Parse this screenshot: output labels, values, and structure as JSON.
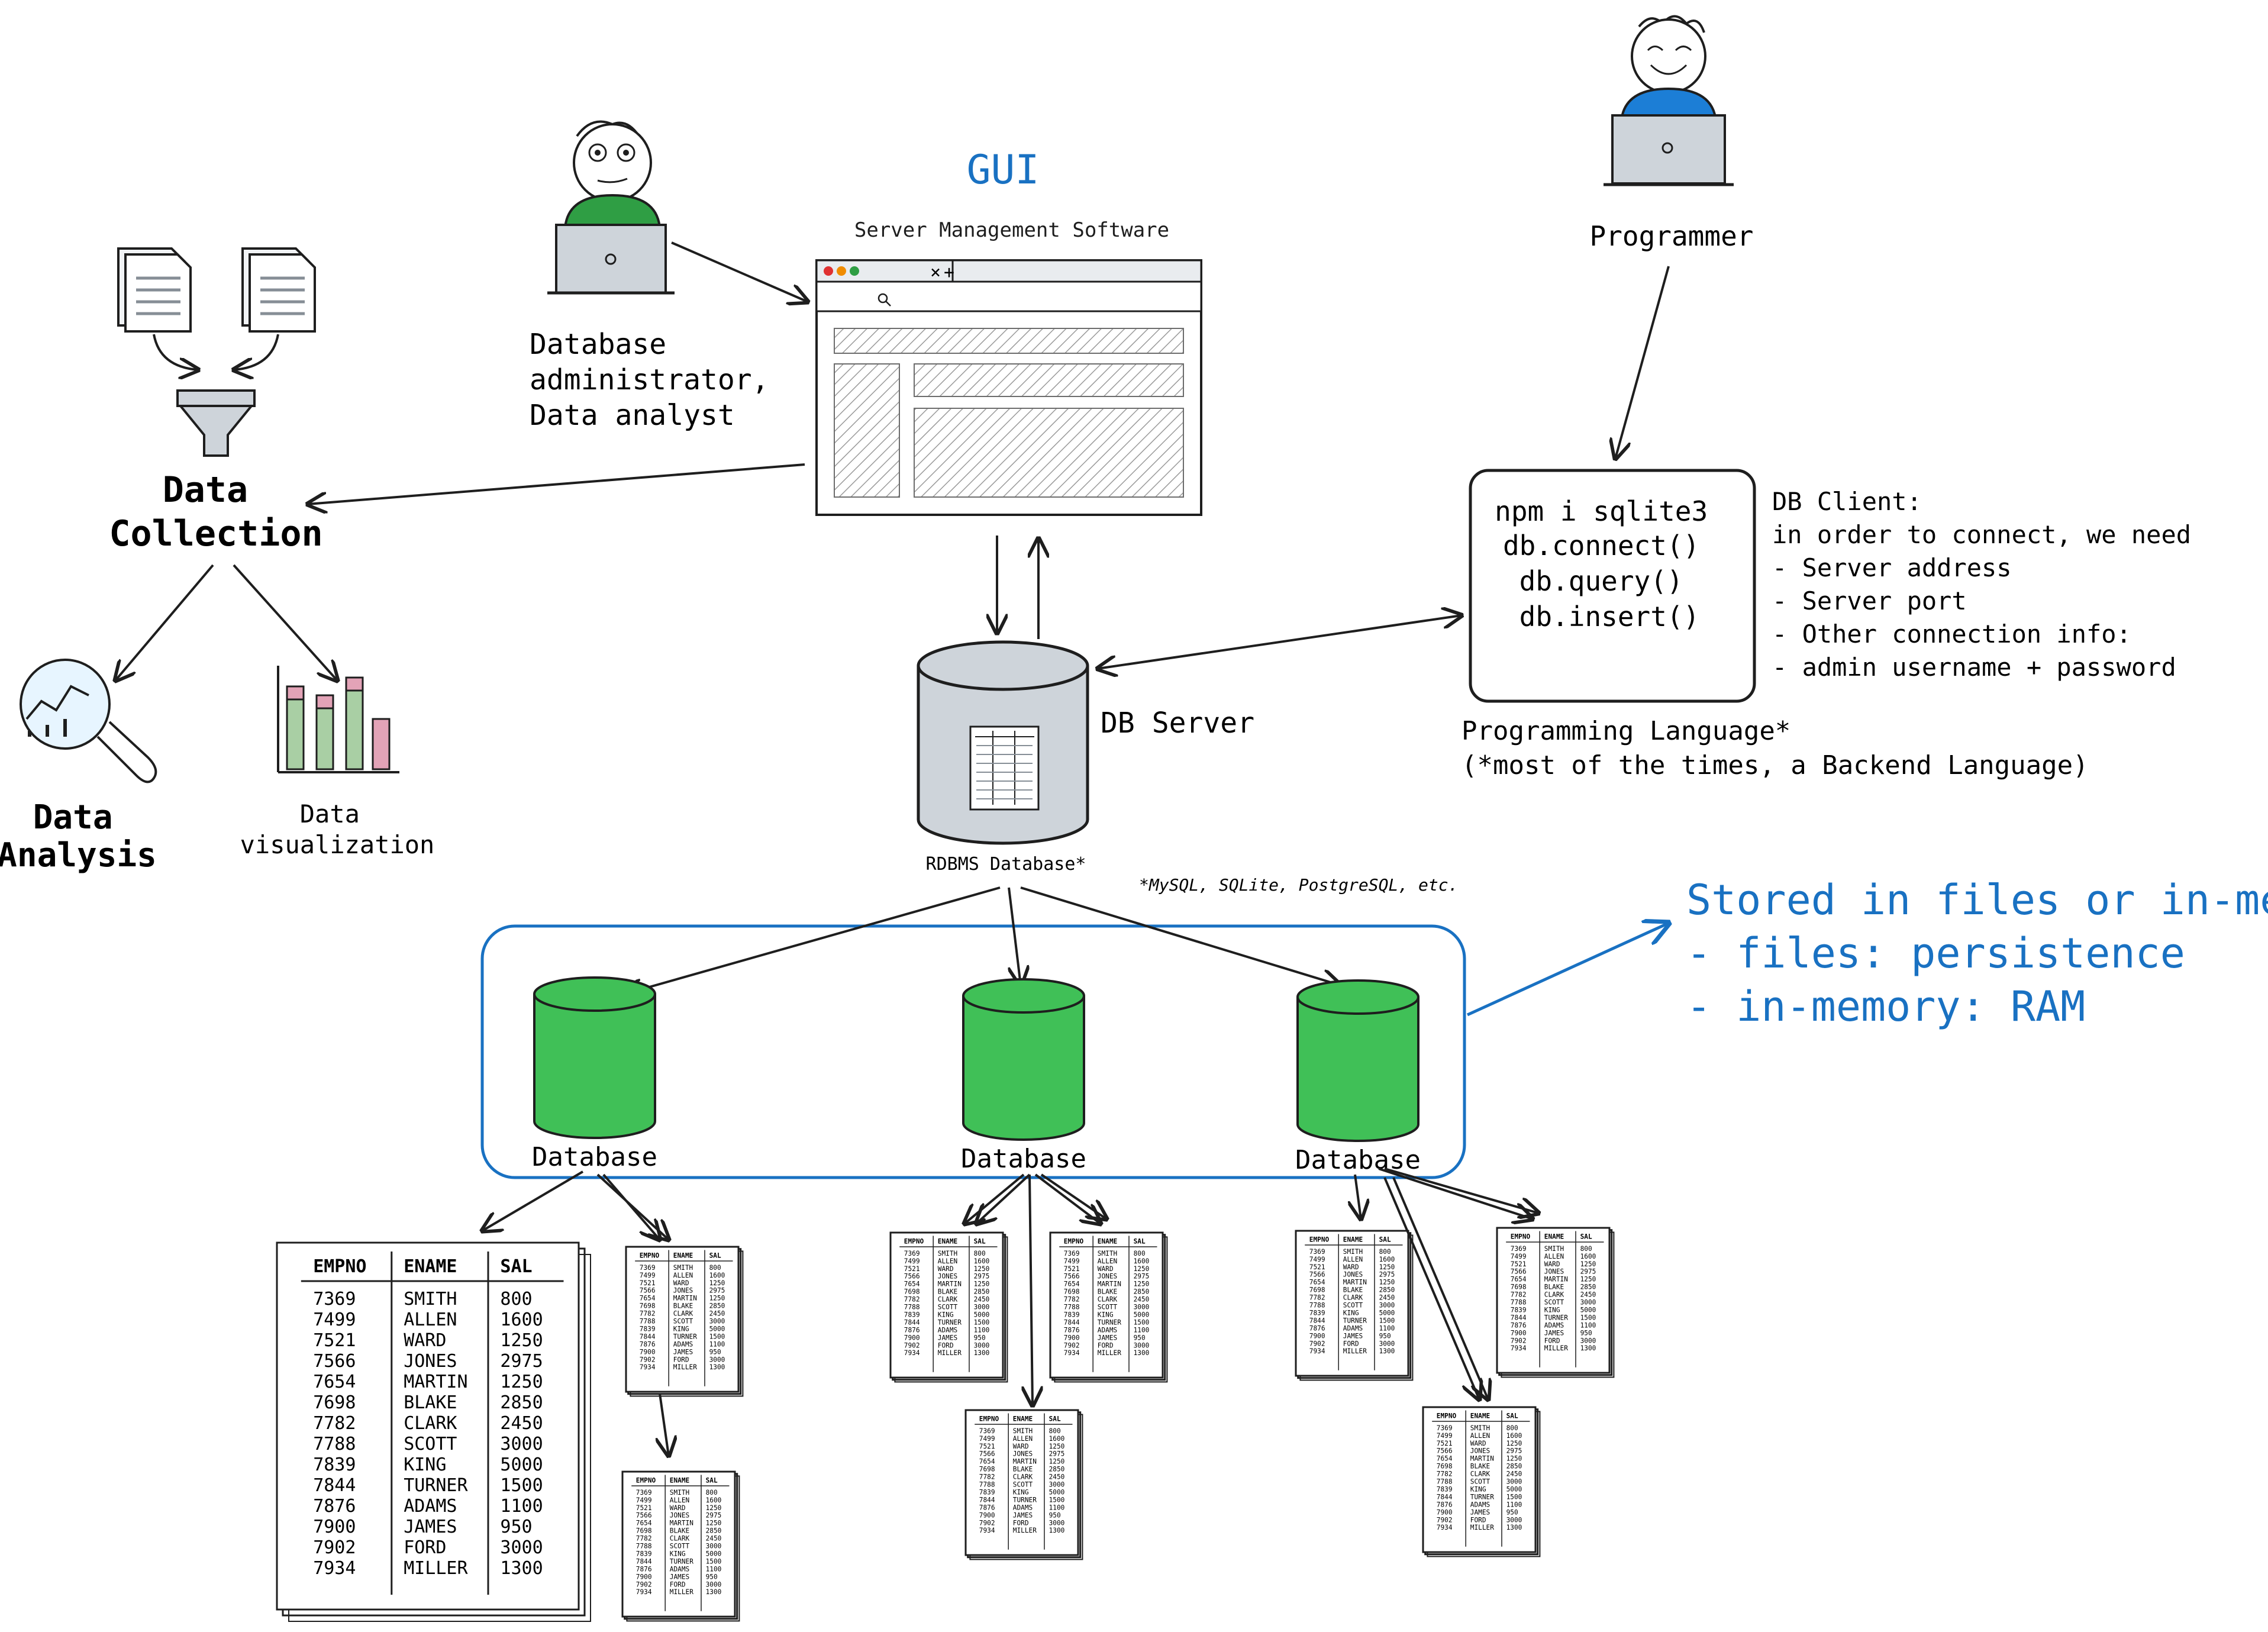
{
  "gui": {
    "title": "GUI",
    "software_label": "Server Management Software",
    "tab_close": "×",
    "tab_add": "+"
  },
  "actors": {
    "dba_label": [
      "Database",
      "administrator,",
      "Data analyst"
    ],
    "programmer_label": "Programmer"
  },
  "data_collection": {
    "title": [
      "Data",
      "Collection"
    ],
    "analysis": [
      "Data",
      "Analysis"
    ],
    "visualization": [
      "Data",
      "visualization"
    ]
  },
  "client": {
    "code": [
      "npm i sqlite3",
      "",
      "db.connect()",
      "db.query()",
      "db.insert()"
    ],
    "notes": [
      "DB Client:",
      "in order to connect, we need",
      "- Server address",
      "- Server port",
      "- Other connection info:",
      "   - admin username + password"
    ],
    "language": [
      "Programming Language*",
      "(*most of the times, a Backend Language)"
    ]
  },
  "server": {
    "label": "DB Server",
    "rdbms": "RDBMS Database*",
    "footnote": "*MySQL, SQLite, PostgreSQL, etc."
  },
  "storage": {
    "lines": [
      "Stored in files or in-memory",
      "- files: persistence",
      "- in-memory: RAM"
    ]
  },
  "databases": [
    "Database",
    "Database",
    "Database"
  ],
  "table": {
    "headers": [
      "EMPNO",
      "ENAME",
      "SAL"
    ],
    "rows": [
      [
        "7369",
        "SMITH",
        "800"
      ],
      [
        "7499",
        "ALLEN",
        "1600"
      ],
      [
        "7521",
        "WARD",
        "1250"
      ],
      [
        "7566",
        "JONES",
        "2975"
      ],
      [
        "7654",
        "MARTIN",
        "1250"
      ],
      [
        "7698",
        "BLAKE",
        "2850"
      ],
      [
        "7782",
        "CLARK",
        "2450"
      ],
      [
        "7788",
        "SCOTT",
        "3000"
      ],
      [
        "7839",
        "KING",
        "5000"
      ],
      [
        "7844",
        "TURNER",
        "1500"
      ],
      [
        "7876",
        "ADAMS",
        "1100"
      ],
      [
        "7900",
        "JAMES",
        "950"
      ],
      [
        "7902",
        "FORD",
        "3000"
      ],
      [
        "7934",
        "MILLER",
        "1300"
      ]
    ]
  },
  "colors": {
    "accent_blue": "#1971c2",
    "db_green": "#40c057",
    "dba_shirt": "#2f9e44",
    "programmer_shirt": "#1c7ed6",
    "server_gray": "#ced4da",
    "bar_green": "#a9cfa4",
    "bar_pink": "#e3a3b7"
  }
}
